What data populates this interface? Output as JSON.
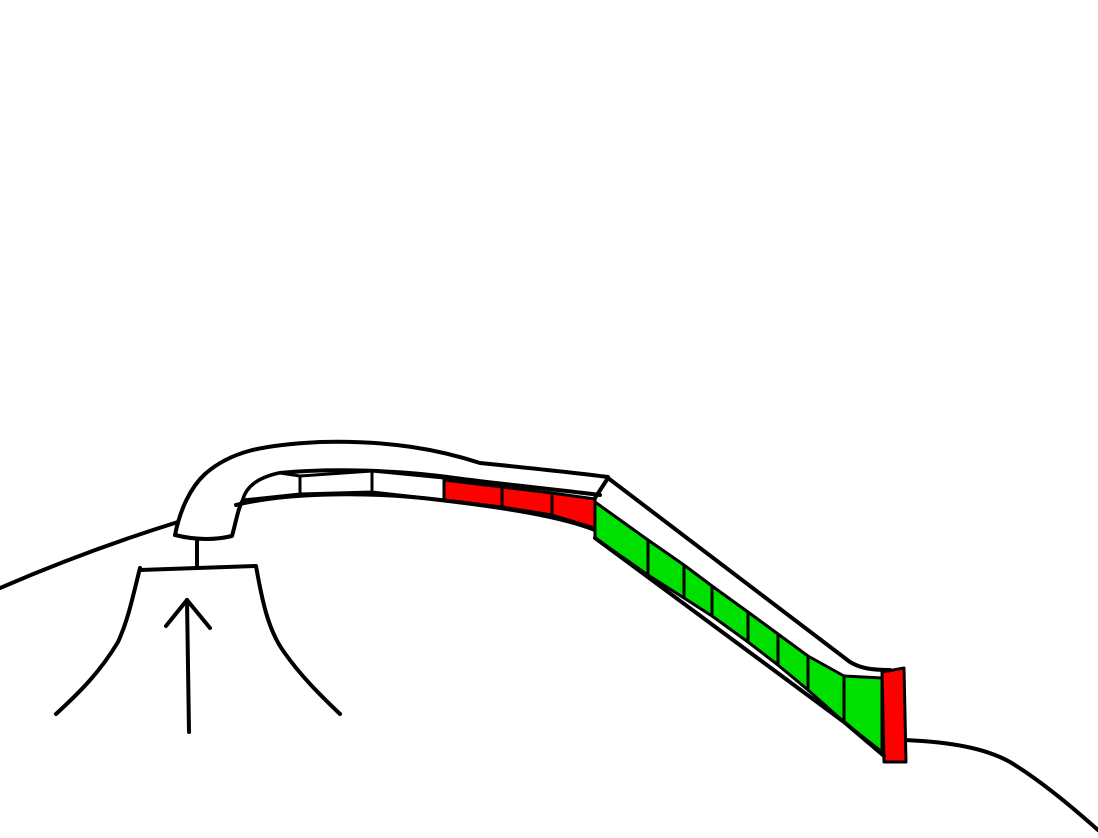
{
  "colors": {
    "background": "#ffffff",
    "outline": "#000000",
    "red_segment": "#ff0000",
    "green_segment": "#00e000",
    "empty_segment": "#ffffff"
  },
  "drawing": {
    "elements": [
      "ground-line",
      "tunnel-tube",
      "support-post",
      "entrance-arch",
      "up-arrow-icon",
      "segment-row-upper",
      "segment-row-slope",
      "end-red-segment"
    ],
    "segment_counts": {
      "upper_empty": 3,
      "upper_red": 3,
      "slope_green": 8,
      "end_red": 1
    }
  }
}
